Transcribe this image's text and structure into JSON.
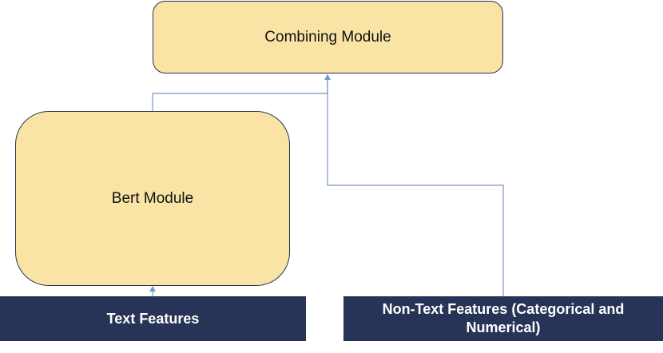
{
  "nodes": {
    "combining_module": "Combining Module",
    "bert_module": "Bert Module",
    "text_features": "Text Features",
    "non_text_features": "Non-Text Features (Categorical and Numerical)"
  },
  "colors": {
    "module_fill": "#f9e4a6",
    "module_border": "#2b3452",
    "feature_fill": "#283457",
    "feature_text": "#ffffff",
    "connector": "#7b96c8"
  }
}
